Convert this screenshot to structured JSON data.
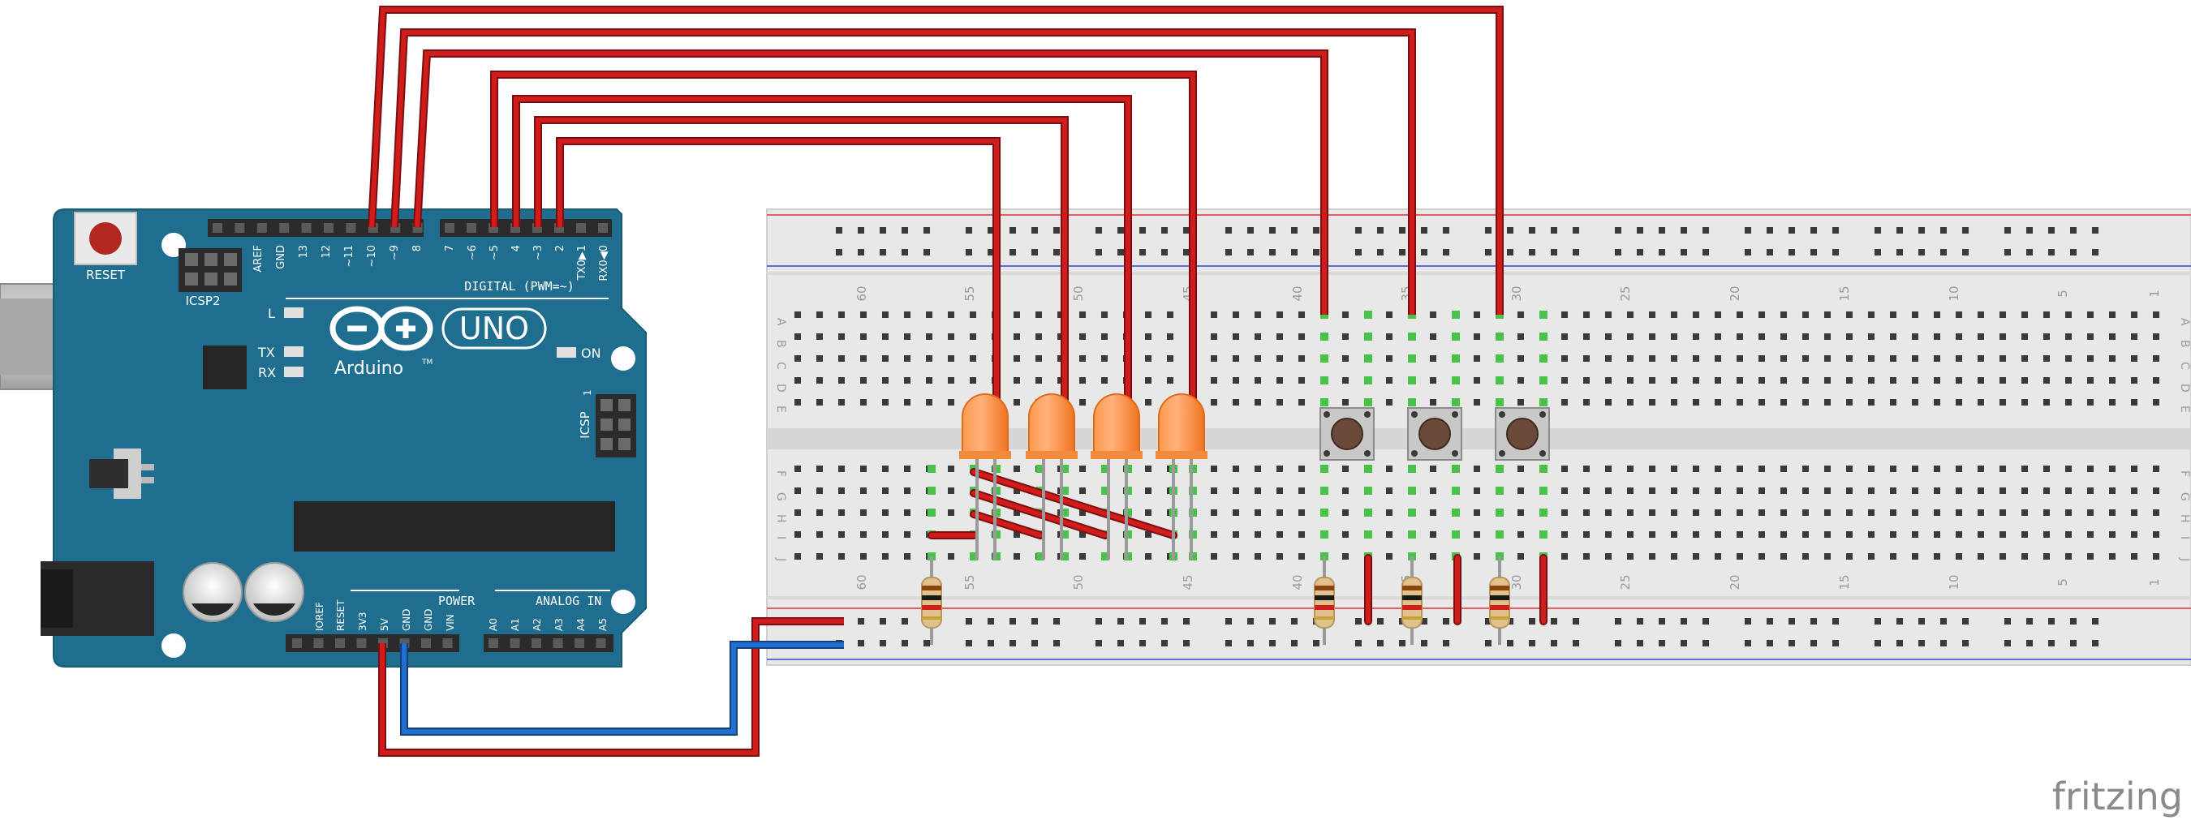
{
  "diagram": {
    "arduino": {
      "reset_label": "RESET",
      "icsp2_label": "ICSP2",
      "icsp_label": "ICSP",
      "led_l_label": "L",
      "led_tx_label": "TX",
      "led_rx_label": "RX",
      "on_label": "ON",
      "logo_model": "UNO",
      "brand": "Arduino",
      "brand_mark": "TM",
      "digital_label": "DIGITAL (PWM=~)",
      "power_label": "POWER",
      "analog_label": "ANALOG IN",
      "digital_pins_left": [
        "AREF",
        "GND",
        "13",
        "12",
        "~11",
        "~10",
        "~9",
        "8"
      ],
      "digital_pins_right": [
        "7",
        "~6",
        "~5",
        "4",
        "~3",
        "2",
        "TX0▶1",
        "RX0◀0"
      ],
      "power_pins": [
        "IOREF",
        "RESET",
        "3V3",
        "5V",
        "GND",
        "GND",
        "VIN"
      ],
      "analog_pins": [
        "A0",
        "A1",
        "A2",
        "A3",
        "A4",
        "A5"
      ]
    },
    "breadboard": {
      "row_letters_top": [
        "A",
        "B",
        "C",
        "D",
        "E"
      ],
      "row_letters_bottom": [
        "F",
        "G",
        "H",
        "I",
        "J"
      ],
      "column_numbers": [
        "60",
        "55",
        "50",
        "45",
        "40",
        "35",
        "30",
        "25",
        "20",
        "15",
        "10",
        "5",
        "1"
      ]
    },
    "watermark": "fritzing",
    "colors": {
      "board": "#1f6e8f",
      "wire_red": "#cf1b1b",
      "wire_blue": "#1f6fd1",
      "led": "#ff8c3a",
      "breadboard": "#e9e9e9"
    }
  }
}
